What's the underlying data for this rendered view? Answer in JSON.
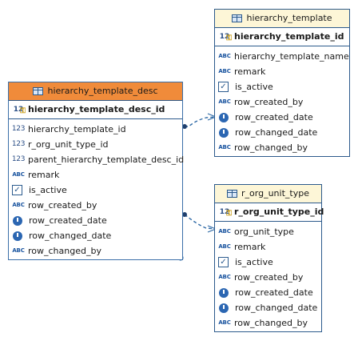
{
  "entities": {
    "hierarchy_template": {
      "name": "hierarchy_template",
      "pk": "hierarchy_template_id",
      "attributes": [
        {
          "icon": "abc-icon",
          "label": "hierarchy_template_name"
        },
        {
          "icon": "abc-icon",
          "label": "remark"
        },
        {
          "icon": "checkbox-icon",
          "label": "is_active"
        },
        {
          "icon": "abc-icon",
          "label": "row_created_by"
        },
        {
          "icon": "clock-icon",
          "label": "row_created_date"
        },
        {
          "icon": "clock-icon",
          "label": "row_changed_date"
        },
        {
          "icon": "abc-icon",
          "label": "row_changed_by"
        }
      ]
    },
    "hierarchy_template_desc": {
      "name": "hierarchy_template_desc",
      "pk": "hierarchy_template_desc_id",
      "attributes": [
        {
          "icon": "number-icon",
          "label": "hierarchy_template_id"
        },
        {
          "icon": "number-icon",
          "label": "r_org_unit_type_id"
        },
        {
          "icon": "number-icon",
          "label": "parent_hierarchy_template_desc_id"
        },
        {
          "icon": "abc-icon",
          "label": "remark"
        },
        {
          "icon": "checkbox-icon",
          "label": "is_active"
        },
        {
          "icon": "abc-icon",
          "label": "row_created_by"
        },
        {
          "icon": "clock-icon",
          "label": "row_created_date"
        },
        {
          "icon": "clock-icon",
          "label": "row_changed_date"
        },
        {
          "icon": "abc-icon",
          "label": "row_changed_by"
        }
      ]
    },
    "r_org_unit_type": {
      "name": "r_org_unit_type",
      "pk": "r_org_unit_type_id",
      "attributes": [
        {
          "icon": "abc-icon",
          "label": "org_unit_type"
        },
        {
          "icon": "abc-icon",
          "label": "remark"
        },
        {
          "icon": "checkbox-icon",
          "label": "is_active"
        },
        {
          "icon": "abc-icon",
          "label": "row_created_by"
        },
        {
          "icon": "clock-icon",
          "label": "row_created_date"
        },
        {
          "icon": "clock-icon",
          "label": "row_changed_date"
        },
        {
          "icon": "abc-icon",
          "label": "row_changed_by"
        }
      ]
    }
  },
  "icon_text": {
    "number": "123",
    "abc": "ABC",
    "pk_number": "12",
    "check": "✓"
  },
  "colors": {
    "border": "#2c5a8c",
    "header_light": "#fdf6d7",
    "header_selected": "#f08b3a",
    "relation_line": "#2f6aa6",
    "clock": "#2b66b2"
  }
}
